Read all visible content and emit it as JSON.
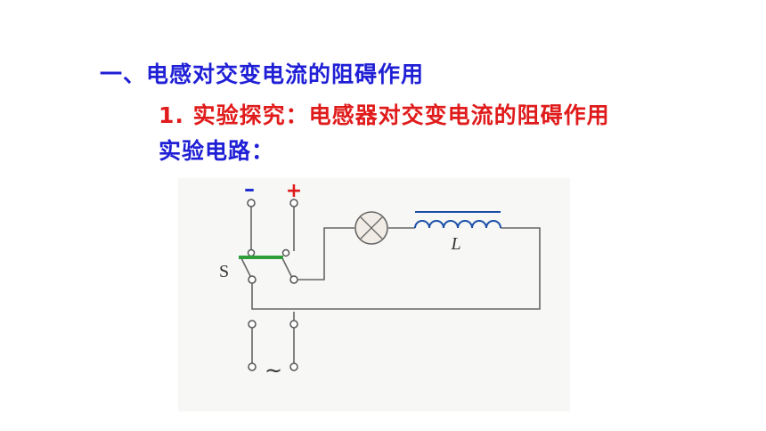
{
  "heading": "一、电感对交变电流的阻碍作用",
  "subheading": "1. 实验探究：电感器对交变电流的阻碍作用",
  "circuit_label": "实验电路：",
  "diagram": {
    "dc_minus_label": "–",
    "dc_plus_label": "+",
    "switch_label": "S",
    "inductor_label": "L",
    "ac_label": "~",
    "colors": {
      "minus": "#1f2fd0",
      "plus": "#e01b1b",
      "switch_bar": "#2e9e3a",
      "inductor_coil": "#1a4fa8",
      "wire": "#666666"
    }
  }
}
